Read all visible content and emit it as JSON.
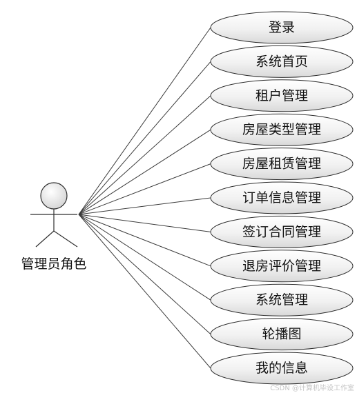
{
  "actor": {
    "label": "管理员角色"
  },
  "use_cases": [
    {
      "label": "登录"
    },
    {
      "label": "系统首页"
    },
    {
      "label": "租户管理"
    },
    {
      "label": "房屋类型管理"
    },
    {
      "label": "房屋租赁管理"
    },
    {
      "label": "订单信息管理"
    },
    {
      "label": "签订合同管理"
    },
    {
      "label": "退房评价管理"
    },
    {
      "label": "系统管理"
    },
    {
      "label": "轮播图"
    },
    {
      "label": "我的信息"
    }
  ],
  "watermark": {
    "text": "CSDN @计算机毕设工作室"
  },
  "colors": {
    "ellipse_fill_light": "#ffffff",
    "ellipse_fill_dark": "#dedede",
    "line": "#3a3a3a",
    "text": "#111111"
  }
}
